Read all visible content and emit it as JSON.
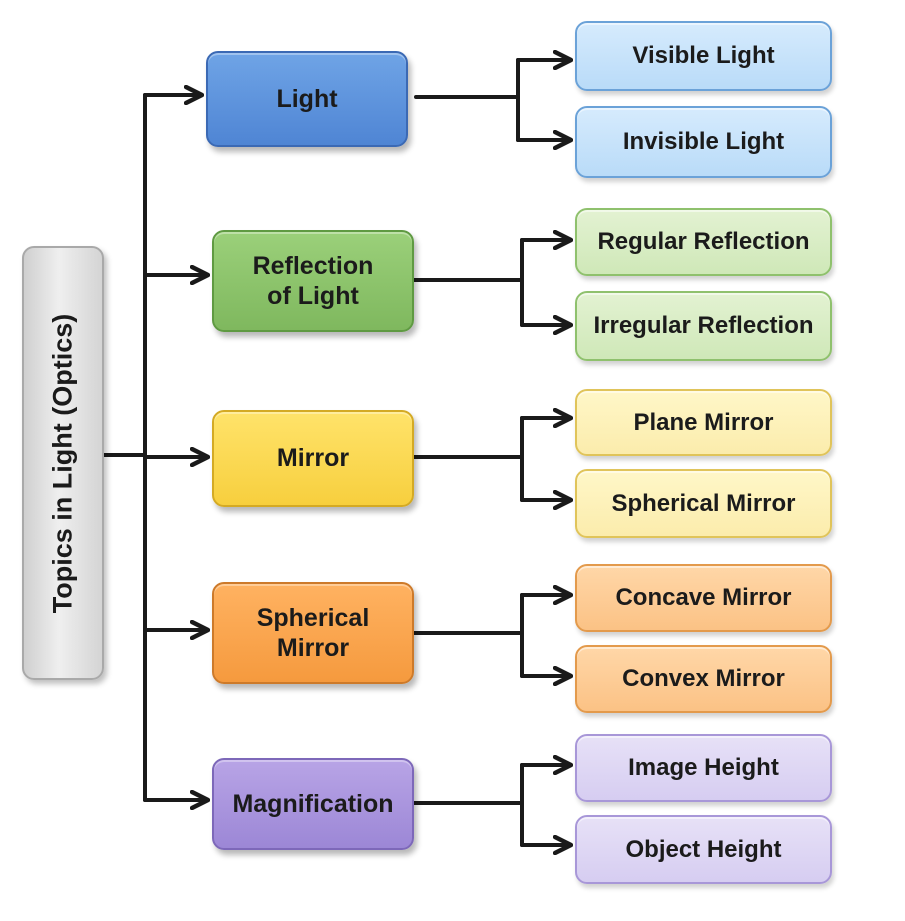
{
  "root": {
    "label": "Topics in Light (Optics)",
    "color": "#d9d9d9"
  },
  "categories": [
    {
      "label": "Light",
      "color": "#5b91dc",
      "children": [
        "Visible Light",
        "Invisible Light"
      ]
    },
    {
      "label": "Reflection of Light",
      "color": "#88c066",
      "children": [
        "Regular Reflection",
        "Irregular Reflection"
      ]
    },
    {
      "label": "Mirror",
      "color": "#fad84c",
      "children": [
        "Plane Mirror",
        "Spherical Mirror"
      ]
    },
    {
      "label": "Spherical Mirror",
      "color": "#f8a24a",
      "children": [
        "Concave Mirror",
        "Convex Mirror"
      ]
    },
    {
      "label": "Magnification",
      "color": "#a793dc",
      "children": [
        "Image Height",
        "Object Height"
      ]
    }
  ],
  "connector_color": "#1a1a1a"
}
